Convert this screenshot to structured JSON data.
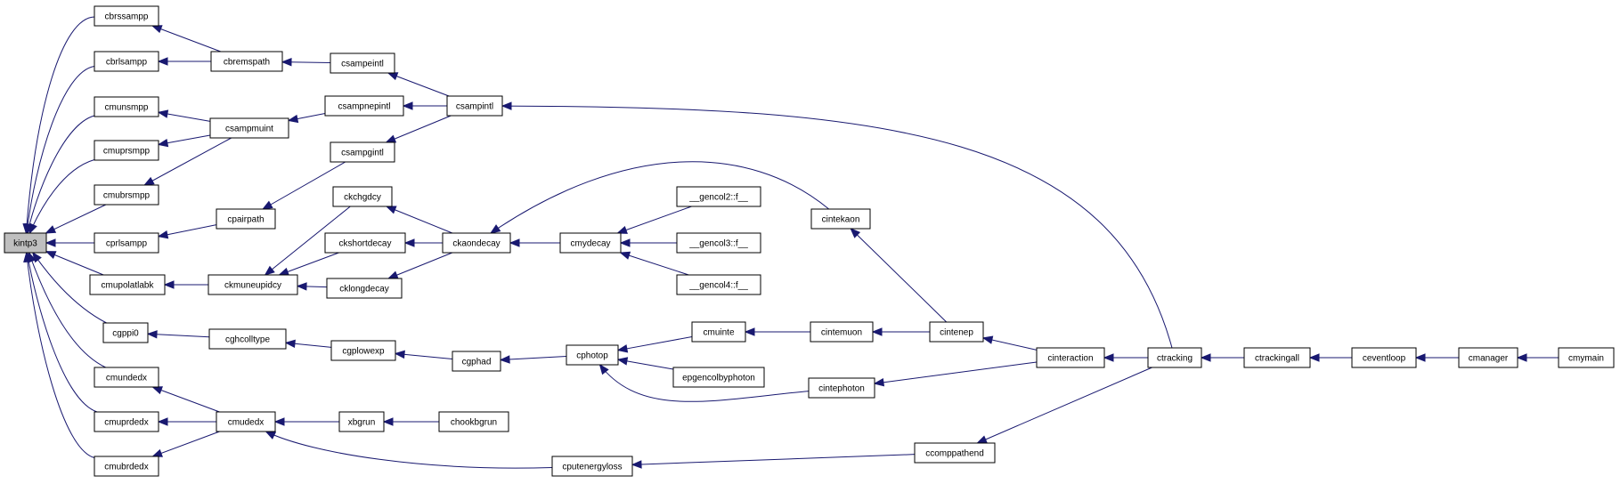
{
  "colors": {
    "edge": "#191970",
    "node_fill": "#ffffff",
    "root_fill": "#bfbfbf",
    "border": "#000000"
  },
  "nodes": {
    "kintp3": "kintp3",
    "cbrssampp": "cbrssampp",
    "cbrlsampp": "cbrlsampp",
    "cmunsmpp": "cmunsmpp",
    "cmuprsmpp": "cmuprsmpp",
    "cmubrsmpp": "cmubrsmpp",
    "cprlsampp": "cprlsampp",
    "cmupolatlabk": "cmupolatlabk",
    "cgppi0": "cgppi0",
    "cmundedx": "cmundedx",
    "cmuprdedx": "cmuprdedx",
    "cmubrdedx": "cmubrdedx",
    "cbremspath": "cbremspath",
    "csampmuint": "csampmuint",
    "cpairpath": "cpairpath",
    "ckmuneupidcy": "ckmuneupidcy",
    "cghcolltype": "cghcolltype",
    "cmudedx": "cmudedx",
    "csampeintl": "csampeintl",
    "csampnepintl": "csampnepintl",
    "csampgintl": "csampgintl",
    "ckchgdcy": "ckchgdcy",
    "ckshortdecay": "ckshortdecay",
    "cklongdecay": "cklongdecay",
    "cgplowexp": "cgplowexp",
    "xbgrun": "xbgrun",
    "csampintl": "csampintl",
    "ckaondecay": "ckaondecay",
    "cgphad": "cgphad",
    "chookbgrun": "chookbgrun",
    "cmydecay": "cmydecay",
    "cphotop": "cphotop",
    "cputenergyloss": "cputenergyloss",
    "gencol2": "__gencol2::f__",
    "gencol3": "__gencol3::f__",
    "gencol4": "__gencol4::f__",
    "cmuinte": "cmuinte",
    "epgencolbyphoton": "epgencolbyphoton",
    "cintekaon": "cintekaon",
    "cintemuon": "cintemuon",
    "cintephoton": "cintephoton",
    "cintenep": "cintenep",
    "ccomppathend": "ccomppathend",
    "cinteraction": "cinteraction",
    "ctracking": "ctracking",
    "ctrackingall": "ctrackingall",
    "ceventloop": "ceventloop",
    "cmanager": "cmanager",
    "cmymain": "cmymain"
  }
}
